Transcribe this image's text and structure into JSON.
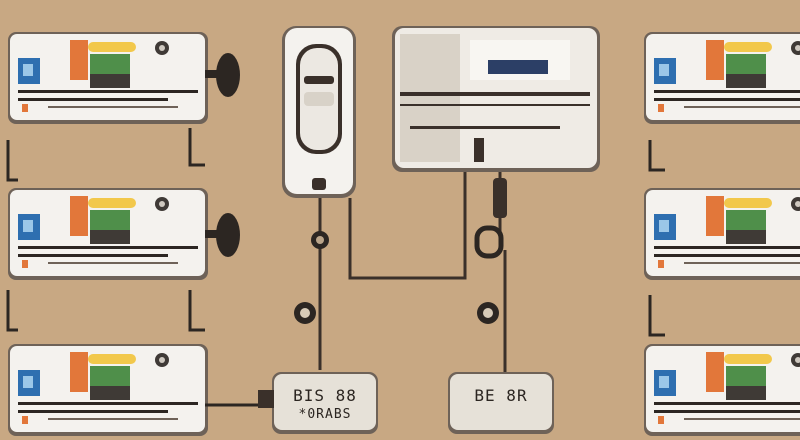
{
  "colors": {
    "background": "#c8a883",
    "panel": "#f4f2ee",
    "panel_shadow": "#6e6258",
    "dark_line": "#2c2622",
    "wire": "#3a302a",
    "accent_blue": "#2e6fb0",
    "accent_orange": "#e2773a",
    "accent_yellow": "#f2c84b",
    "accent_green": "#4f8f4a",
    "chip_body": "#e6e1d8"
  },
  "icons": [
    "monitor-panel-icon",
    "phone-device-icon",
    "router-device-icon",
    "plug-icon",
    "wire-loop-icon"
  ],
  "chips": {
    "left": {
      "line1": "BIS 88",
      "line2": "*0RABS"
    },
    "right": {
      "line1": "BE 8R",
      "line2": ""
    }
  }
}
